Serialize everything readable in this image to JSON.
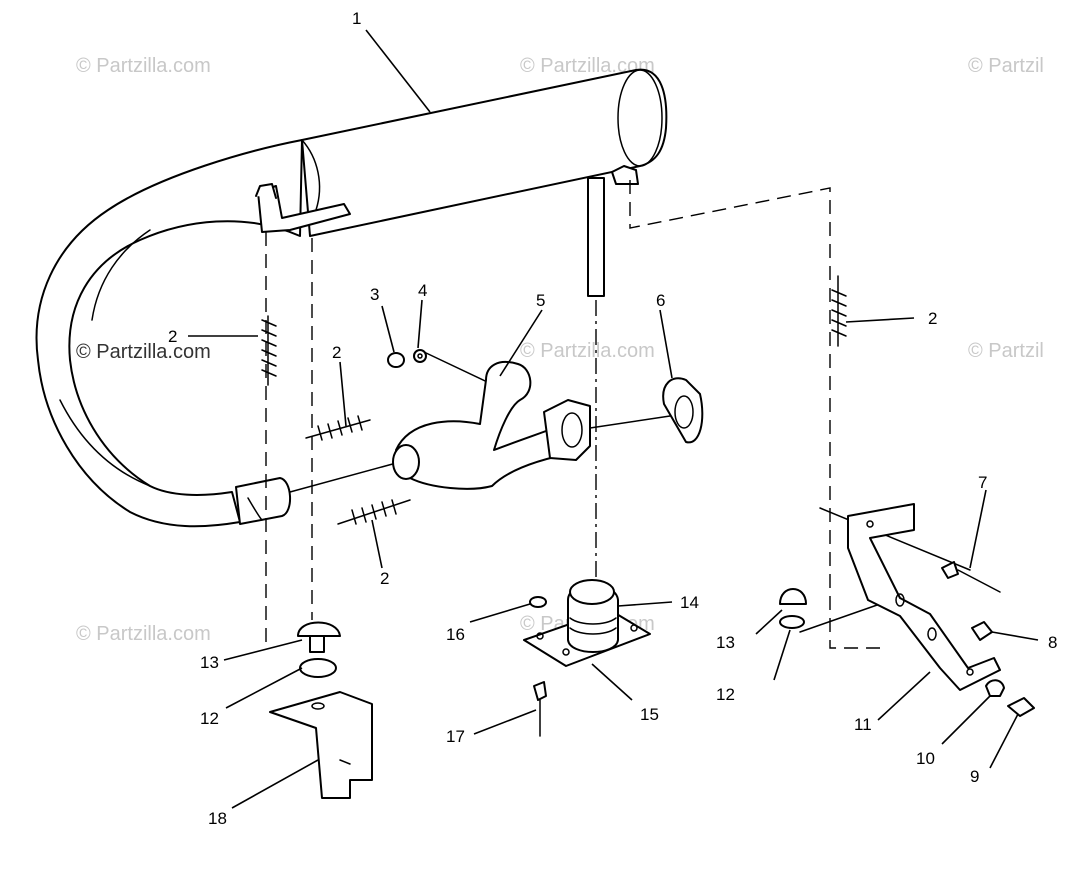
{
  "watermark": {
    "text": "© Partzilla.com",
    "text_cut": "© Partzil"
  },
  "callouts": [
    {
      "id": "c1",
      "label": "1"
    },
    {
      "id": "c2a",
      "label": "2"
    },
    {
      "id": "c2b",
      "label": "2"
    },
    {
      "id": "c2c",
      "label": "2"
    },
    {
      "id": "c2d",
      "label": "2"
    },
    {
      "id": "c3",
      "label": "3"
    },
    {
      "id": "c4",
      "label": "4"
    },
    {
      "id": "c5",
      "label": "5"
    },
    {
      "id": "c6",
      "label": "6"
    },
    {
      "id": "c7",
      "label": "7"
    },
    {
      "id": "c8",
      "label": "8"
    },
    {
      "id": "c9",
      "label": "9"
    },
    {
      "id": "c10",
      "label": "10"
    },
    {
      "id": "c11",
      "label": "11"
    },
    {
      "id": "c12a",
      "label": "12"
    },
    {
      "id": "c12b",
      "label": "12"
    },
    {
      "id": "c13a",
      "label": "13"
    },
    {
      "id": "c13b",
      "label": "13"
    },
    {
      "id": "c14",
      "label": "14"
    },
    {
      "id": "c15",
      "label": "15"
    },
    {
      "id": "c16",
      "label": "16"
    },
    {
      "id": "c17",
      "label": "17"
    },
    {
      "id": "c18",
      "label": "18"
    }
  ]
}
